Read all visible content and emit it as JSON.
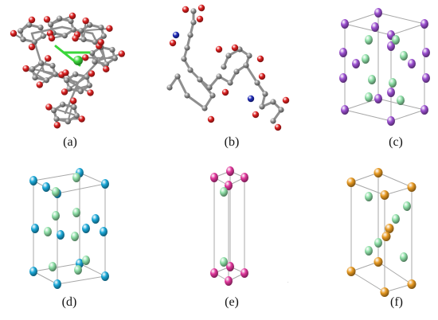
{
  "figure": {
    "panels": [
      {
        "id": "a",
        "label": "(a)",
        "kind": "molecule"
      },
      {
        "id": "b",
        "label": "(b)",
        "kind": "molecule"
      },
      {
        "id": "c",
        "label": "(c)",
        "kind": "crystal-cell"
      },
      {
        "id": "d",
        "label": "(d)",
        "kind": "crystal-cell"
      },
      {
        "id": "e",
        "label": "(e)",
        "kind": "crystal-cell"
      },
      {
        "id": "f",
        "label": "(f)",
        "kind": "crystal-cell"
      }
    ]
  },
  "colors": {
    "carbon": "#8e8e8e",
    "oxygen": "#dd1f1f",
    "nitrogen": "#1f2bb8",
    "central_atom": "#3ad63a",
    "purple_atom": "#9b4fd0",
    "cyan_atom": "#1aa8d8",
    "mint_atom": "#8fe0a8",
    "magenta_atom": "#e0369b",
    "orange_atom": "#e89a22",
    "cell_edge": "#a8a8a8"
  }
}
